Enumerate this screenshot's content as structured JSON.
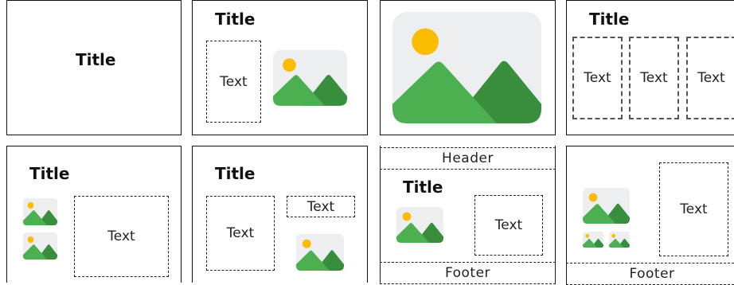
{
  "layouts": [
    {
      "title": "Title"
    },
    {
      "title": "Title",
      "text": "Text"
    },
    {},
    {
      "title": "Title",
      "texts": [
        "Text",
        "Text",
        "Text"
      ]
    },
    {
      "title": "Title",
      "text": "Text"
    },
    {
      "title": "Title",
      "texts": [
        "Text",
        "Text"
      ]
    },
    {
      "title": "Title",
      "header": "Header",
      "text": "Text",
      "footer": "Footer"
    },
    {
      "text": "Text",
      "footer": "Footer"
    }
  ],
  "colors": {
    "image_bg": "#eceef0",
    "sun": "#fbbc04",
    "mountain_light": "#4caf50",
    "mountain_dark": "#388e3c"
  }
}
